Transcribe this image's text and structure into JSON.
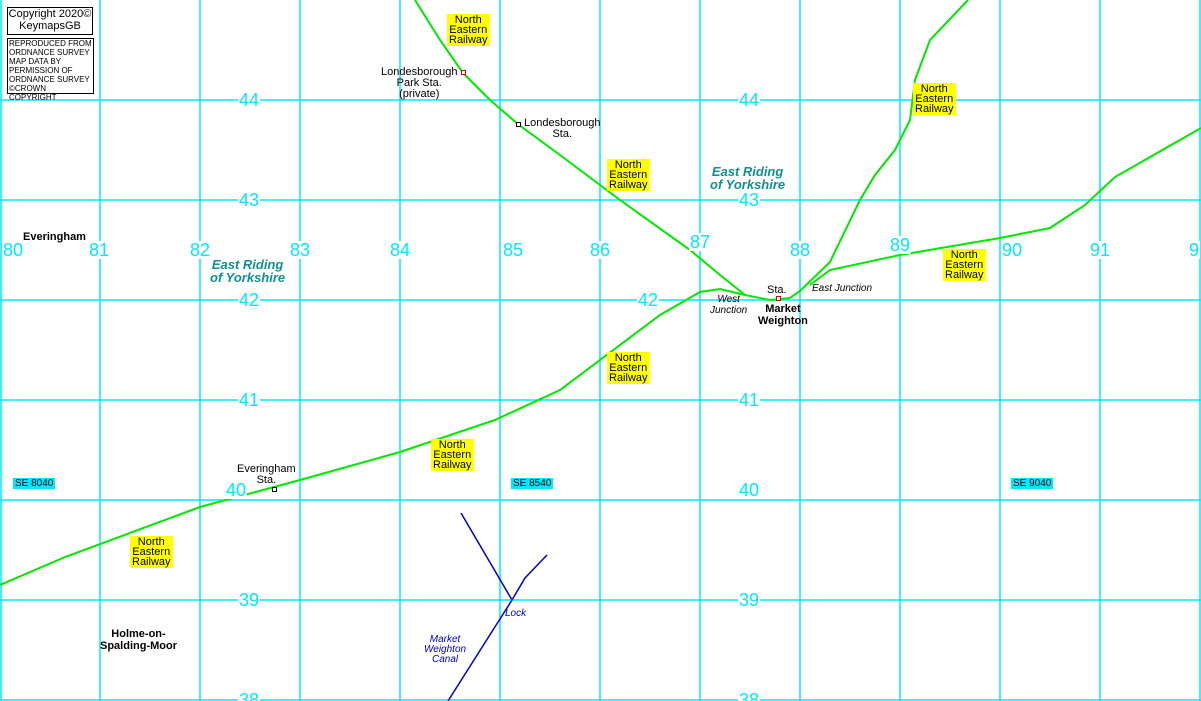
{
  "copyright": {
    "line1": "Copyright 2020©",
    "line2": "KeymapsGB",
    "os_notice": [
      "REPRODUCED FROM",
      "ORDNANCE SURVEY",
      "MAP DATA BY",
      "PERMISSION OF",
      "ORDNANCE SURVEY",
      "©CROWN COPYRIGHT"
    ]
  },
  "eastings": [
    "80",
    "81",
    "82",
    "83",
    "84",
    "85",
    "86",
    "87",
    "88",
    "89",
    "90",
    "91",
    "9"
  ],
  "northings": {
    "n44": "44",
    "n43": "43",
    "n42": "42",
    "n41": "41",
    "n40": "40",
    "n39": "39",
    "n38": "38"
  },
  "railway_label": [
    "North",
    "Eastern",
    "Railway"
  ],
  "grid_refs": [
    "SE 8040",
    "SE 8540",
    "SE 9040"
  ],
  "places": {
    "everingham": "Everingham",
    "holme": [
      "Holme-on-",
      "Spalding-Moor"
    ],
    "market_weighton": [
      "Market",
      "Weighton"
    ],
    "region": [
      "East Riding",
      "of Yorkshire"
    ]
  },
  "stations": {
    "londesborough_park": [
      "Londesborough",
      "Park Sta.",
      "(private)"
    ],
    "londesborough": [
      "Londesborough",
      "Sta."
    ],
    "everingham_sta": [
      "Everingham",
      "Sta."
    ],
    "mw_sta": "Sta."
  },
  "junctions": {
    "west": [
      "West",
      "Junction"
    ],
    "east": "East Junction"
  },
  "canal": {
    "lock": "Lock",
    "name": [
      "Market",
      "Weighton",
      "Canal"
    ]
  },
  "colors": {
    "grid": "#00e8ff",
    "railway": "#00e800",
    "canal": "#0000cc",
    "railway_label_bg": "#ffff00"
  }
}
